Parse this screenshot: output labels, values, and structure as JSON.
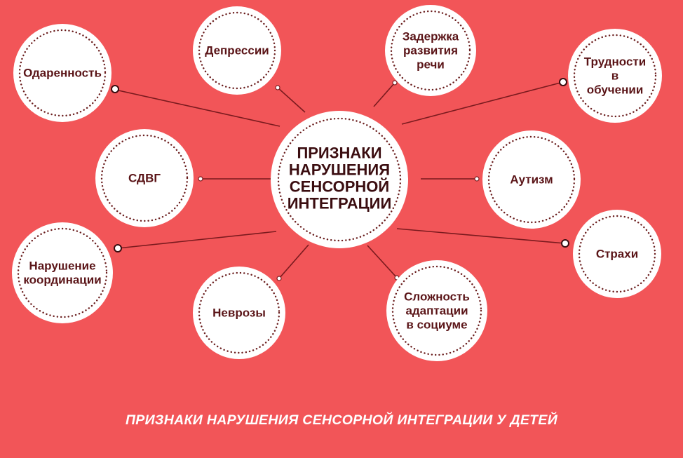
{
  "center": {
    "lines": [
      "ПРИЗНАКИ",
      "НАРУШЕНИЯ",
      "СЕНСОРНОЙ",
      "ИНТЕГРАЦИИ"
    ]
  },
  "nodes": [
    {
      "id": "odarennost",
      "lines": [
        "Одаренность"
      ]
    },
    {
      "id": "depressii",
      "lines": [
        "Депрессии"
      ]
    },
    {
      "id": "zaderzhka",
      "lines": [
        "Задержка",
        "развития",
        "речи"
      ]
    },
    {
      "id": "trudnosti",
      "lines": [
        "Трудности",
        "в",
        "обучении"
      ]
    },
    {
      "id": "sdvg",
      "lines": [
        "СДВГ"
      ]
    },
    {
      "id": "autizm",
      "lines": [
        "Аутизм"
      ]
    },
    {
      "id": "narushenie",
      "lines": [
        "Нарушение",
        "координации"
      ]
    },
    {
      "id": "strahi",
      "lines": [
        "Страхи"
      ]
    },
    {
      "id": "nevrozy",
      "lines": [
        "Неврозы"
      ]
    },
    {
      "id": "slozhnost",
      "lines": [
        "Сложность",
        "адаптации",
        "в социуме"
      ]
    }
  ],
  "caption": "ПРИЗНАКИ НАРУШЕНИЯ СЕНСОРНОЙ ИНТЕГРАЦИИ У ДЕТЕЙ",
  "colors": {
    "background": "#f25558",
    "connector": "#7a1a1e",
    "text": "#5a1417"
  }
}
